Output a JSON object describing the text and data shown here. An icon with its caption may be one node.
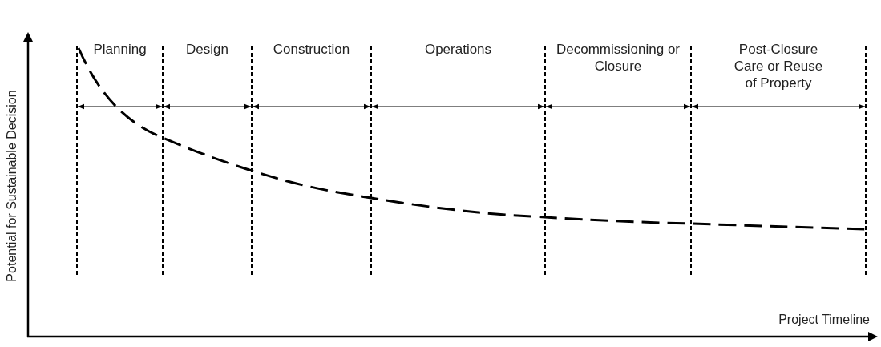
{
  "diagram": {
    "labels": [
      "Planning",
      "Design",
      "Construction",
      "Operations",
      "Decommissioning or Closure",
      "Post-Closure Care or Reuse of Property",
      "Potential for Sustainable Decision",
      "Project Timeline"
    ]
  }
}
